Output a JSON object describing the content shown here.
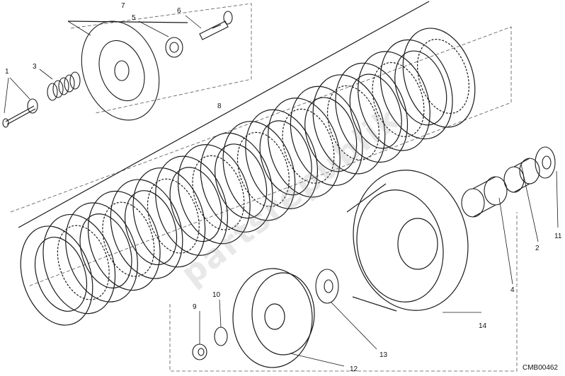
{
  "diagram": {
    "drawing_code": "CMB00462",
    "watermark": "partsrepublik",
    "callouts": [
      "1",
      "2",
      "3",
      "4",
      "5",
      "6",
      "7",
      "8",
      "9",
      "10",
      "11",
      "12",
      "13",
      "14"
    ],
    "colors": {
      "line": "#1a1a1a",
      "dash": "#555555",
      "watermark": "#9a9a9a"
    }
  }
}
